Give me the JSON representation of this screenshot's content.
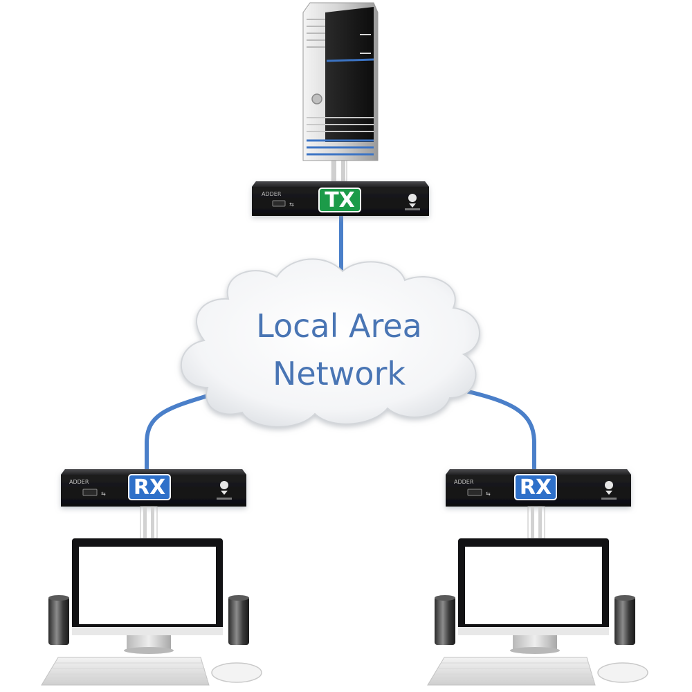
{
  "network": {
    "line1": "Local Area",
    "line2": "Network"
  },
  "transmitter": {
    "badge": "TX",
    "badge_color": "#1d9b4a"
  },
  "receivers": [
    {
      "badge": "RX",
      "badge_color": "#2e6fc9"
    },
    {
      "badge": "RX",
      "badge_color": "#2e6fc9"
    }
  ],
  "colors": {
    "cable": "#4a7fc9",
    "cloud_text": "#4a74b4",
    "device_body": "#1c1c1e"
  },
  "icons": [
    "server-tower-icon",
    "extender-box-icon",
    "cloud-icon",
    "monitor-icon",
    "speaker-icon",
    "keyboard-icon",
    "mouse-icon"
  ]
}
